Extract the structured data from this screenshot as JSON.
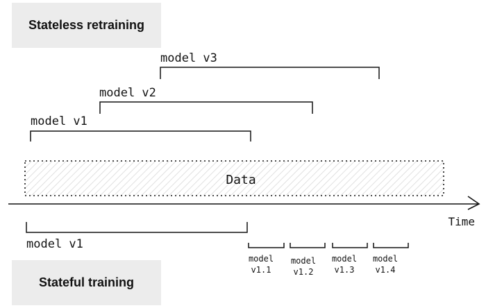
{
  "diagram": {
    "stateless_title": "Stateless retraining",
    "stateful_title": "Stateful training",
    "data_label": "Data",
    "time_label": "Time",
    "stateless_models": [
      {
        "label": "model v3"
      },
      {
        "label": "model v2"
      },
      {
        "label": "model v1"
      }
    ],
    "stateful_models": [
      {
        "label": "model v1"
      }
    ],
    "stateful_updates": [
      {
        "line1": "model",
        "line2": "v1.1"
      },
      {
        "line1": "model",
        "line2": "v1.2"
      },
      {
        "line1": "model",
        "line2": "v1.3"
      },
      {
        "line1": "model",
        "line2": "v1.4"
      }
    ],
    "colors": {
      "ink": "#111111",
      "label_box": "#ececec",
      "data_hatch": "#d9d9d9"
    }
  }
}
